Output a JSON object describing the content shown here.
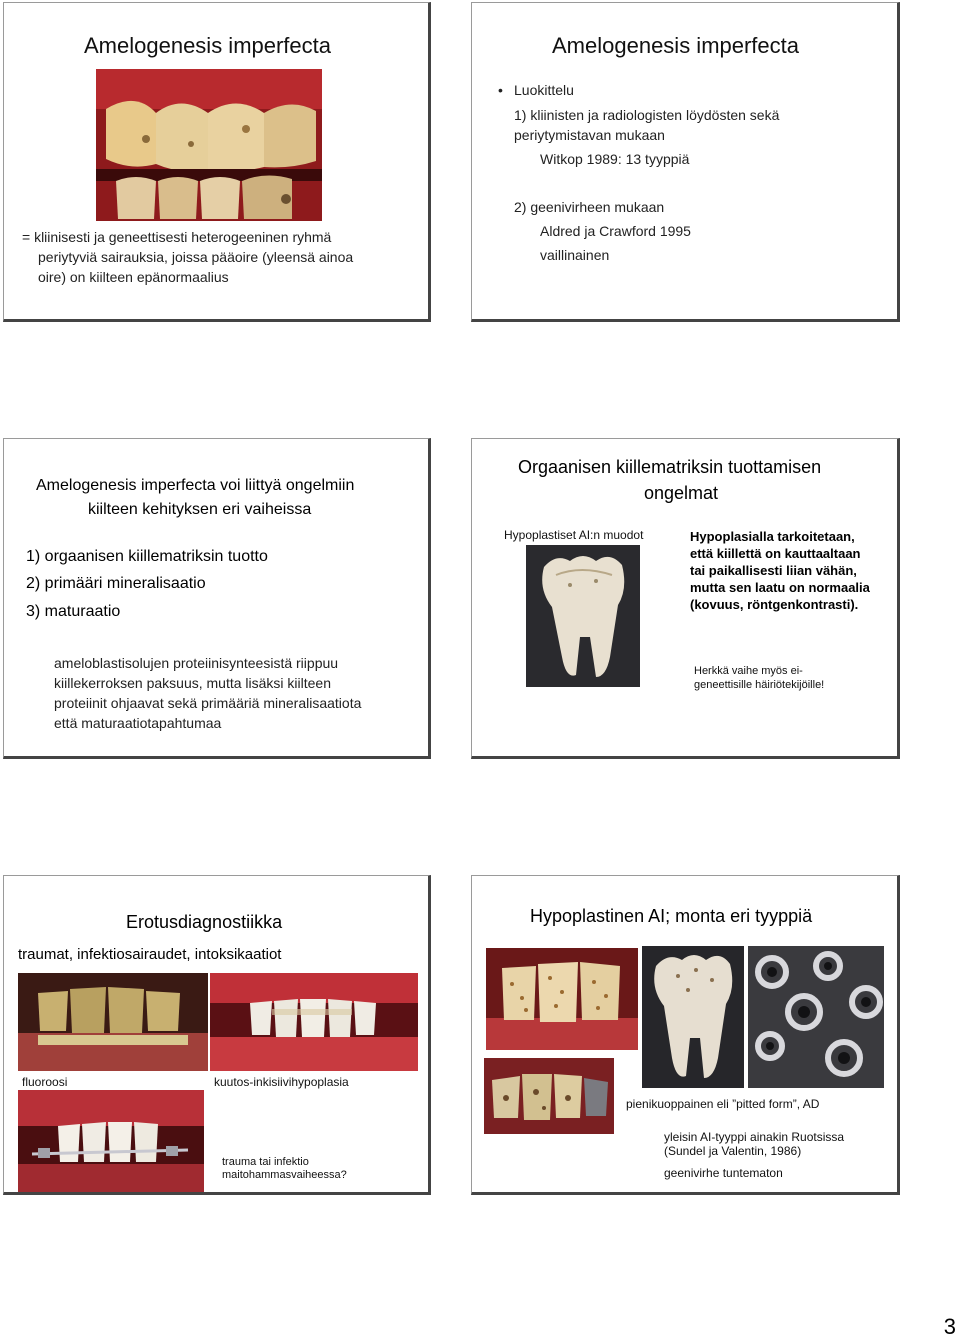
{
  "slide1": {
    "title": "Amelogenesis imperfecta",
    "text": [
      "= kliinisesti ja geneettisesti heterogeeninen ryhmä",
      "periytyviä sairauksia, joissa pääoire (yleensä ainoa",
      "oire) on kiilteen epänormaalius"
    ]
  },
  "slide2": {
    "title": "Amelogenesis imperfecta",
    "bullet": "Luokittelu",
    "lines": [
      "1) kliinisten ja radiologisten löydösten sekä",
      "periytymistavan mukaan",
      "Witkop 1989: 13 tyyppiä",
      "2) geenivirheen mukaan",
      "Aldred ja Crawford 1995",
      "vaillinainen"
    ]
  },
  "slide3": {
    "title": [
      "Amelogenesis imperfecta voi liittyä ongelmiin",
      "kiilteen kehityksen eri vaiheissa"
    ],
    "items": [
      "1)   orgaanisen kiillematriksin tuotto",
      "2)   primääri mineralisaatio",
      "3)   maturaatio"
    ],
    "para": [
      "ameloblastisolujen proteiinisynteesistä riippuu",
      "kiillekerroksen paksuus, mutta lisäksi kiilteen",
      "proteiinit ohjaavat sekä primääriä mineralisaatiota",
      "että maturaatiotapahtumaa"
    ]
  },
  "slide4": {
    "title": [
      "Orgaanisen kiillematriksin tuottamisen",
      "ongelmat"
    ],
    "caption": "Hypoplastiset AI:n muodot",
    "bold_text": [
      "Hypoplasialla tarkoitetaan,",
      "että kiillettä on kauttaaltaan",
      "tai paikallisesti liian vähän,",
      "mutta sen laatu on normaalia",
      "(kovuus, röntgenkontrasti)."
    ],
    "note": [
      "Herkkä vaihe myös ei-",
      "geneettisille häiriötekijöille!"
    ]
  },
  "slide5": {
    "title": "Erotusdiagnostiikka",
    "subtitle": "traumat, infektiosairaudet, intoksikaatiot",
    "label1": "fluoroosi",
    "label2": "kuutos-inkisiivihypoplasia",
    "label3": [
      "trauma tai infektio",
      "maitohammasvaiheessa?"
    ]
  },
  "slide6": {
    "title": "Hypoplastinen AI; monta eri tyyppiä",
    "label1": "pienikuoppainen eli ”pitted form”, AD",
    "label2": [
      "yleisin AI-tyyppi ainakin Ruotsissa",
      "(Sundel ja Valentin, 1986)"
    ],
    "label3": "geenivirhe tuntematon"
  },
  "page_number": "3",
  "colors": {
    "border": "#444444",
    "gum": "#b8282a",
    "tooth": "#e8d9b0"
  }
}
